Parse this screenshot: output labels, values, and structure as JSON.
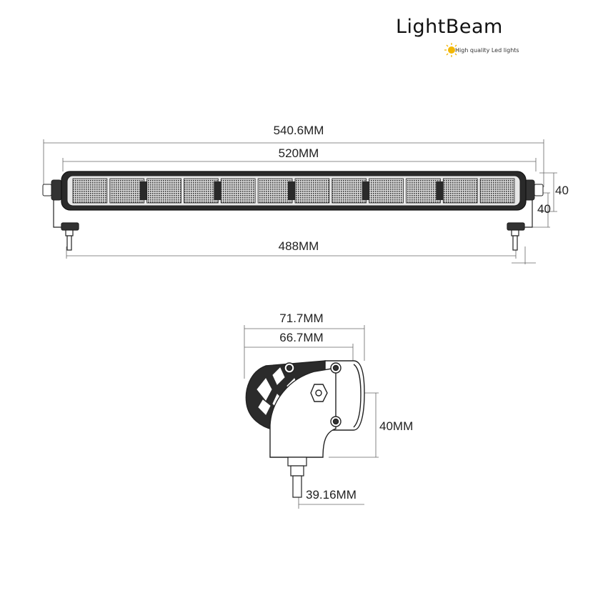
{
  "brand": {
    "name": "LightBeam",
    "tagline": "High quality Led lights",
    "sun_color": "#f2b705"
  },
  "front_view": {
    "overall_width": "540.6MM",
    "body_width": "520MM",
    "mount_spacing": "488MM",
    "height_upper": "40",
    "height_lower": "40",
    "led_module_count": 12
  },
  "side_view": {
    "depth_overall": "71.7MM",
    "depth_body": "66.7MM",
    "height": "40MM",
    "bracket_offset": "39.16MM"
  }
}
